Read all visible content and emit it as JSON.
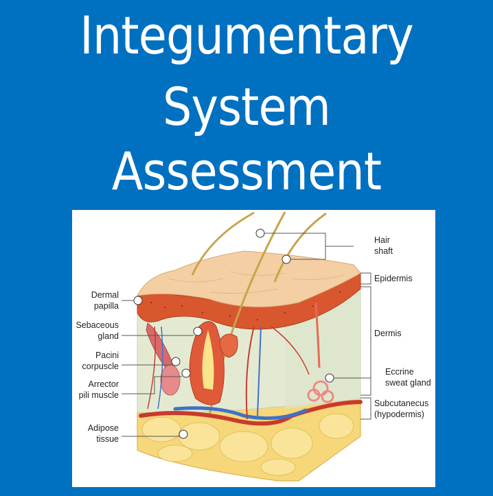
{
  "title": {
    "line1": "Integumentary",
    "line2": "System",
    "line3": "Assessment"
  },
  "colors": {
    "background": "#0070C0",
    "title_text": "#FFFFFF",
    "panel": "#FFFFFF"
  },
  "diagram": {
    "subject": "skin cross-section illustration",
    "labels_left": [
      {
        "line1": "Dermal",
        "line2": "papilla"
      },
      {
        "line1": "Sebaceous",
        "line2": "gland"
      },
      {
        "line1": "Pacini",
        "line2": "corpuscle"
      },
      {
        "line1": "Arrector",
        "line2": "pili muscle"
      },
      {
        "line1": "Adipose",
        "line2": "tissue"
      }
    ],
    "labels_right": [
      {
        "line1": "Hair",
        "line2": "shaft"
      },
      {
        "line1": "Epidermis",
        "line2": ""
      },
      {
        "line1": "Dermis",
        "line2": ""
      },
      {
        "line1": "Eccrine",
        "line2": "sweat gland"
      },
      {
        "line1": "Subcutanecus",
        "line2": "(hypodermis)"
      }
    ]
  }
}
